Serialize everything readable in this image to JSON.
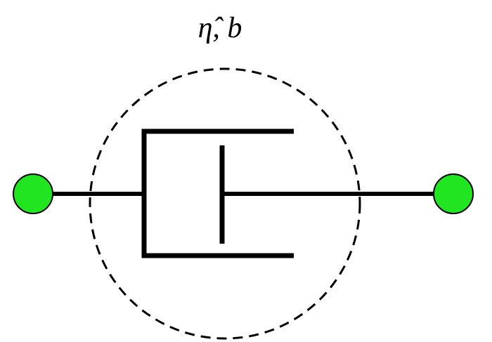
{
  "diagram": {
    "label": "η̂, b",
    "element": "dashpot",
    "node_color": "#22e522",
    "line_color": "#000000",
    "boundary_style": "dashed-circle"
  }
}
